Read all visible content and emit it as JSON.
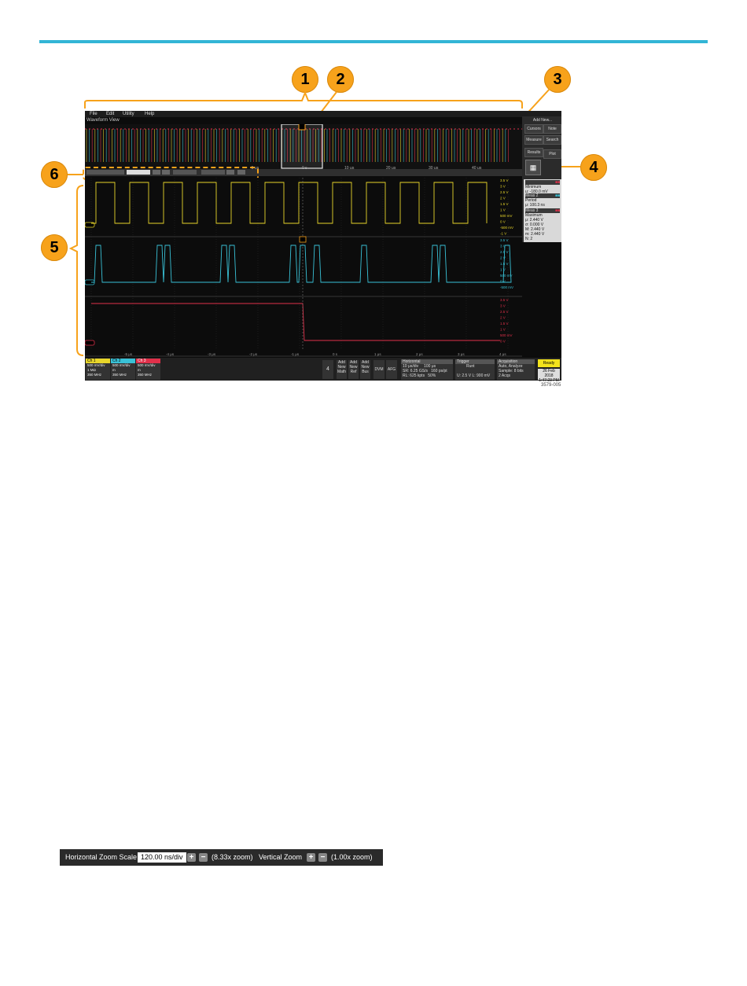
{
  "callouts": [
    "1",
    "2",
    "3",
    "4",
    "5",
    "6"
  ],
  "menu": [
    "File",
    "Edit",
    "Utility",
    "Help"
  ],
  "waveform_view_label": "Waveform View",
  "side": {
    "add_new": "Add New...",
    "cursors": "Cursors",
    "note": "Note",
    "measure": "Measure",
    "search": "Search",
    "results": "Results",
    "plot": "Plot"
  },
  "measurements": [
    {
      "header": "Meas 1",
      "lines": [
        "Minimum",
        "μ: -180.0 mV"
      ],
      "color": "#e0304a"
    },
    {
      "header": "Meas 2",
      "lines": [
        "Period",
        "μ: 100.3 ns"
      ],
      "color": "#39c1d6"
    },
    {
      "header": "Meas 3",
      "lines": [
        "Maximum",
        "μ: 2.440 V",
        "σ: 0.000 V",
        "M: 2.440 V",
        "m: 2.440 V",
        "N: 2"
      ],
      "color": "#e0304a"
    }
  ],
  "overview_times": [
    "-5 μs",
    "0 s",
    "10 μs",
    "20 μs",
    "30 μs",
    "40 μs"
  ],
  "zoom_times": [
    "-5 μs",
    "-4 μs",
    "-3 μs",
    "-2 μs",
    "-1 μs",
    "0 s",
    "1 μs",
    "2 μs",
    "3 μs",
    "4 μs"
  ],
  "channels": [
    {
      "name": "Ch 1",
      "color": "#e7d52a",
      "lines": [
        "500 mV/div",
        "1 MΩ",
        "350 MHz"
      ],
      "scale": [
        "3.5 V",
        "3 V",
        "2.5 V",
        "2 V",
        "1.5 V",
        "1 V",
        "500 mV",
        "0 V",
        "-500 mV",
        "-1 V"
      ]
    },
    {
      "name": "Ch 2",
      "color": "#39c1d6",
      "lines": [
        "500 mV/div",
        "m",
        "350 MHz"
      ],
      "scale": [
        "3.5 V",
        "3 V",
        "2.5 V",
        "2 V",
        "1.5 V",
        "1 V",
        "500 mV",
        "0 V",
        "-500 mV"
      ]
    },
    {
      "name": "Ch 3",
      "color": "#e0304a",
      "lines": [
        "500 mV/div",
        "m",
        "350 MHz"
      ],
      "scale": [
        "3.5 V",
        "3 V",
        "2.5 V",
        "2 V",
        "1.5 V",
        "1 V",
        "500 mV",
        "0 V"
      ]
    }
  ],
  "bottom": {
    "count": "4",
    "add_math": "Add New Math",
    "add_ref": "Add New Ref",
    "add_bus": "Add New Bus",
    "dvm": "DVM",
    "afg": "AFG",
    "horizontal": {
      "title": "Horizontal",
      "lines": [
        "10 μs/div     100 μs",
        "SR: 6.25 GS/s   160 ps/pt",
        "RL: 625 kpts   50%"
      ]
    },
    "trigger": {
      "title": "Trigger",
      "lines": [
        "Runt",
        "U: 2.5 V   L: 900 mV"
      ]
    },
    "acquisition": {
      "title": "Acquisition",
      "lines": [
        "Auto,   Analyze",
        "Sample: 8 bits",
        "2 Acqs"
      ]
    },
    "status": "Ready",
    "date": "26 Feb 2018",
    "time": "1:47:23 PM"
  },
  "zoom_strip": {
    "horizontal_label": "Horizontal Zoom Scale",
    "horizontal_value": "120.00 ns/div",
    "horizontal_zoom": "(8.33x zoom)",
    "vertical_label": "Vertical Zoom",
    "vertical_zoom": "(1.00x zoom)"
  },
  "figure_id": "3579-005",
  "colors": {
    "accent_rule": "#33b5d6",
    "callout": "#f7a21b"
  }
}
